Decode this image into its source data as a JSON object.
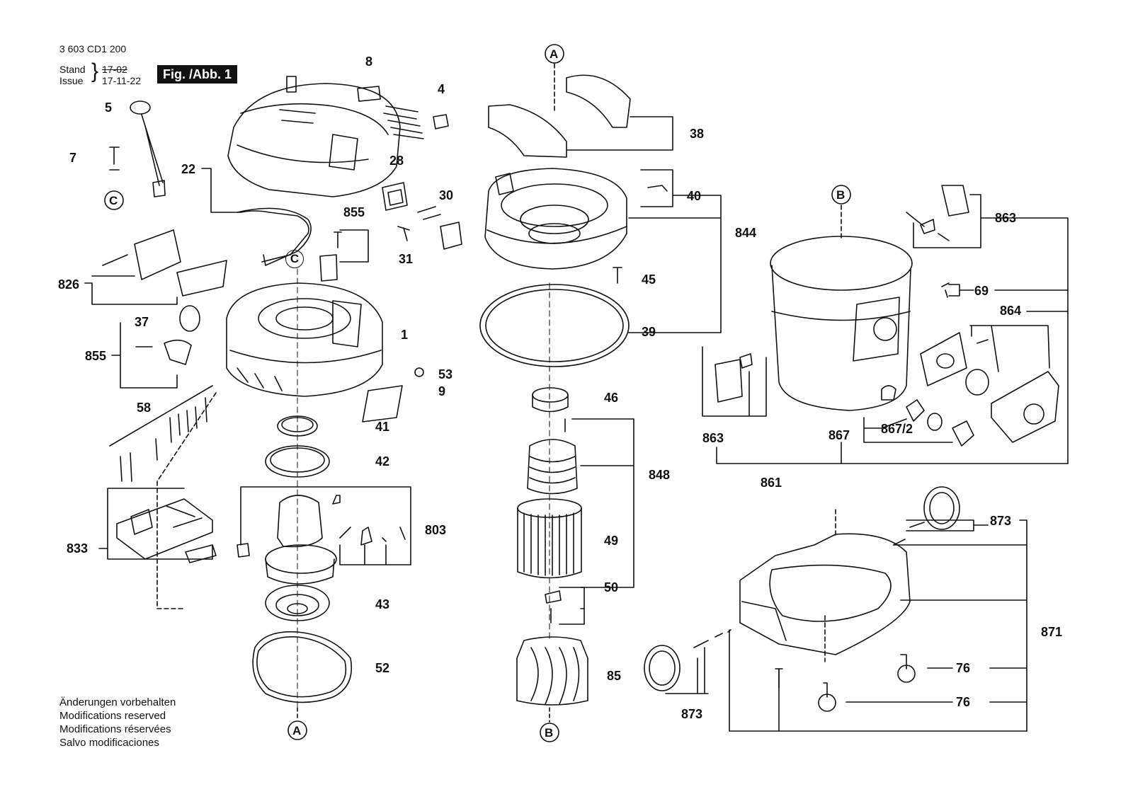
{
  "header": {
    "doc_number": "3 603 CD1 200",
    "stand_label": "Stand",
    "issue_label": "Issue",
    "stand_value": "17-02",
    "issue_value": "17-11-22",
    "figure_label": "Fig. /Abb. 1"
  },
  "footer_notes": [
    "Änderungen vorbehalten",
    "Modifications reserved",
    "Modifications réservées",
    "Salvo modificaciones"
  ],
  "connectors": [
    {
      "id": "A",
      "text": "A"
    },
    {
      "id": "A2",
      "text": "A"
    },
    {
      "id": "B",
      "text": "B"
    },
    {
      "id": "B2",
      "text": "B"
    },
    {
      "id": "C",
      "text": "C"
    },
    {
      "id": "C2",
      "text": "C"
    }
  ],
  "part_labels": {
    "p8": "8",
    "p4": "4",
    "p5": "5",
    "p7": "7",
    "p22": "22",
    "p28": "28",
    "p30": "30",
    "p855a": "855",
    "p31": "31",
    "p826": "826",
    "p37": "37",
    "p855b": "855",
    "p1": "1",
    "p53": "53",
    "p9": "9",
    "p58": "58",
    "p41": "41",
    "p42": "42",
    "p803": "803",
    "p833": "833",
    "p43": "43",
    "p52": "52",
    "p38": "38",
    "p40": "40",
    "p844": "844",
    "p45": "45",
    "p39": "39",
    "p46": "46",
    "p848": "848",
    "p49": "49",
    "p50": "50",
    "p85": "85",
    "p863a": "863",
    "p69": "69",
    "p864": "864",
    "p863b": "863",
    "p867": "867",
    "p8672": "867/2",
    "p861": "861",
    "p873a": "873",
    "p871": "871",
    "p76a": "76",
    "p76b": "76",
    "p873b": "873"
  }
}
